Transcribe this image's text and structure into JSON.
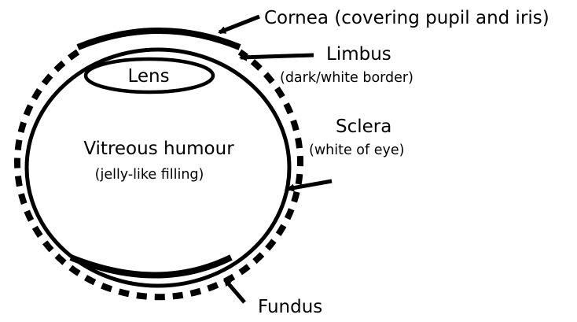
{
  "diagram": {
    "colors": {
      "ink": "#000000",
      "background": "#ffffff"
    },
    "labels": {
      "cornea": "Cornea (covering pupil and iris)",
      "limbus": "Limbus",
      "limbus_note": "(dark/white border)",
      "lens": "Lens",
      "sclera": "Sclera",
      "sclera_note": "(white of eye)",
      "vitreous": "Vitreous humour",
      "vitreous_note": "(jelly-like filling)",
      "fundus": "Fundus"
    }
  }
}
